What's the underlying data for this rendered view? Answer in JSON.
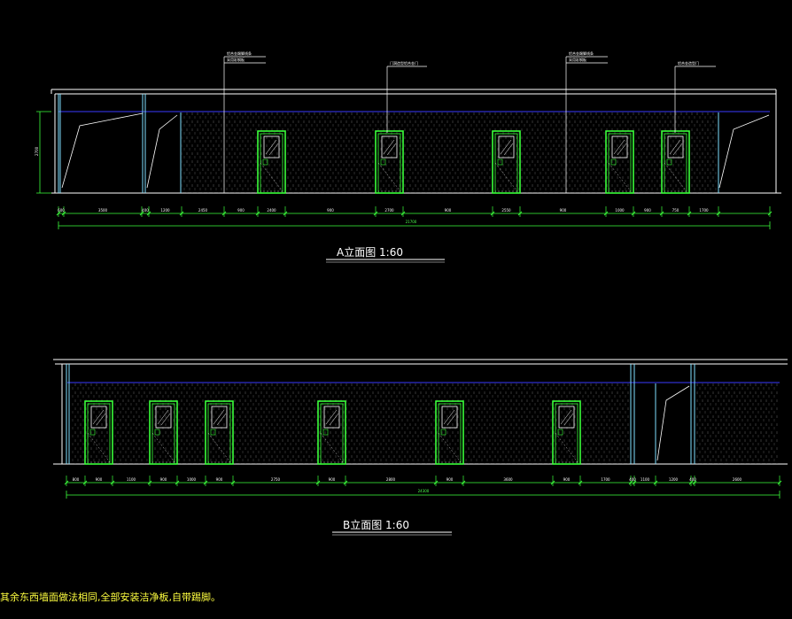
{
  "drawing": {
    "elevation_a": {
      "title": "A立面图 1:60",
      "total_dim": "21700",
      "height_dim": "2700",
      "segment_dims": [
        "600",
        "3500",
        "400",
        "1200",
        "2450",
        "900",
        "2400",
        "900",
        "2700",
        "900",
        "2550",
        "900",
        "1000",
        "900",
        "750",
        "1700"
      ],
      "callouts": [
        "铝合金踢脚线条",
        "采用彩钢板",
        "门洞造型铝合金门",
        "铝合金踢脚线条",
        "采用彩钢板",
        "铝合金造型门"
      ]
    },
    "elevation_b": {
      "title": "B立面图 1:60",
      "total_dim": "24300",
      "segment_dims": [
        "800",
        "900",
        "1100",
        "900",
        "1000",
        "900",
        "2750",
        "900",
        "2800",
        "900",
        "3600",
        "900",
        "1700",
        "400",
        "1100",
        "1200",
        "400",
        "2600"
      ]
    },
    "note": "其余东西墙面做法相同,全部安装洁净板,自带踢脚。"
  },
  "colors": {
    "line_white": "#ffffff",
    "door_green": "#39ff39",
    "dim_green": "#3cff3c",
    "ceiling_blue": "#3a3aff",
    "wall_cyan": "#7fe0ff",
    "note_yellow": "#ffff40"
  }
}
